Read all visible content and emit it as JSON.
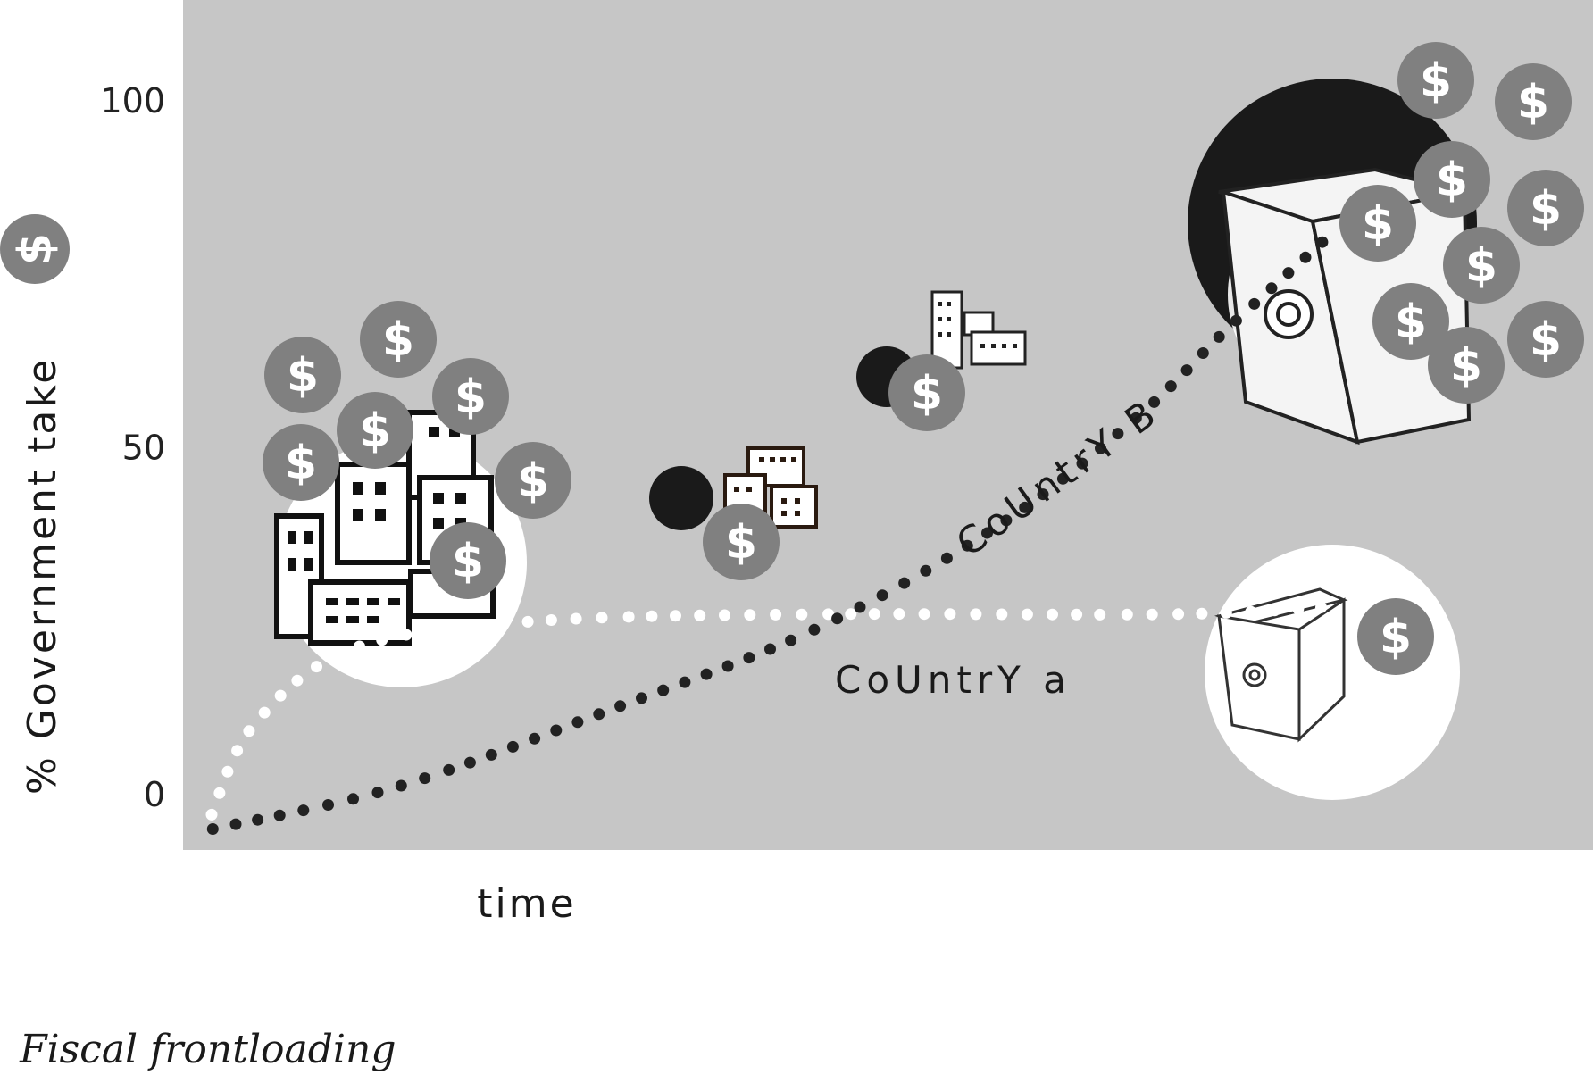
{
  "chart_data": {
    "type": "line",
    "ylabel": "% Government take",
    "xlabel": "time",
    "ylim": [
      0,
      100
    ],
    "yticks": [
      0,
      50,
      100
    ],
    "grid": false,
    "background_color": "#c6c6c6",
    "series": [
      {
        "name": "CoUntrY a",
        "color": "#ffffff",
        "style": "dotted",
        "points": [
          [
            0.02,
            -3
          ],
          [
            0.05,
            10
          ],
          [
            0.12,
            21
          ],
          [
            0.25,
            25
          ],
          [
            0.45,
            26
          ],
          [
            0.7,
            26
          ],
          [
            0.81,
            27
          ]
        ]
      },
      {
        "name": "CoUntrY B",
        "color": "#222222",
        "style": "dotted",
        "points": [
          [
            0.02,
            -5
          ],
          [
            0.15,
            1
          ],
          [
            0.3,
            12
          ],
          [
            0.45,
            24
          ],
          [
            0.58,
            39
          ],
          [
            0.68,
            55
          ],
          [
            0.74,
            67
          ],
          [
            0.81,
            80
          ]
        ]
      }
    ]
  },
  "caption": "Fiscal frontloading",
  "icons": [
    "dollar-coin-icon",
    "buildings-icon",
    "safe-icon"
  ]
}
